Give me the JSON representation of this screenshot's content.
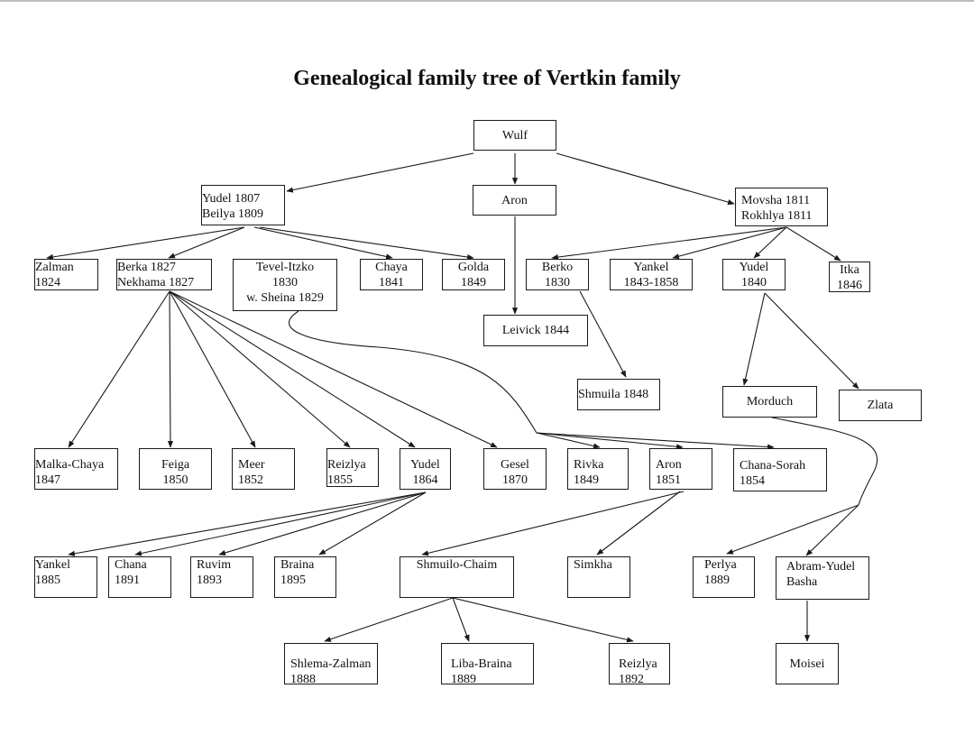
{
  "title": "Genealogical family tree of Vertkin family",
  "nodes": {
    "wulf": [
      "Wulf"
    ],
    "yudel1807": [
      "Yudel 1807",
      "Beilya 1809"
    ],
    "aron": [
      "Aron"
    ],
    "movsha": [
      "Movsha 1811",
      "Rokhlya 1811"
    ],
    "zalman": [
      "Zalman",
      "1824"
    ],
    "berka": [
      "Berka 1827",
      "Nekhama 1827"
    ],
    "tevel": [
      "Tevel-Itzko",
      "1830",
      "w. Sheina 1829"
    ],
    "chaya": [
      "Chaya",
      "1841"
    ],
    "golda": [
      "Golda",
      "1849"
    ],
    "berko": [
      "Berko",
      "1830"
    ],
    "yankel1843": [
      "Yankel",
      "1843-1858"
    ],
    "yudel1840": [
      "Yudel",
      "1840"
    ],
    "itka": [
      "Itka",
      "1846"
    ],
    "leivick": [
      "Leivick 1844"
    ],
    "shmuila": [
      "Shmuila 1848"
    ],
    "morduch": [
      "Morduch"
    ],
    "zlata": [
      "Zlata"
    ],
    "malka": [
      "Malka-Chaya",
      "1847"
    ],
    "feiga": [
      "Feiga",
      "1850"
    ],
    "meer": [
      "Meer",
      "1852"
    ],
    "reizlya1855": [
      "Reizlya",
      "1855"
    ],
    "yudel1864": [
      "Yudel",
      "1864"
    ],
    "gesel": [
      "Gesel",
      "1870"
    ],
    "rivka": [
      "Rivka",
      "1849"
    ],
    "aron1851": [
      "Aron",
      "1851"
    ],
    "chanasorah": [
      "Chana-Sorah",
      "1854"
    ],
    "yankel1885": [
      "Yankel",
      "1885"
    ],
    "chana": [
      "Chana",
      "1891"
    ],
    "ruvim": [
      "Ruvim",
      "1893"
    ],
    "braina": [
      "Braina",
      "1895"
    ],
    "shmuilo": [
      "Shmuilo-Chaim"
    ],
    "simkha": [
      "Simkha"
    ],
    "perlya": [
      "Perlya",
      "1889"
    ],
    "abram": [
      "Abram-Yudel",
      "Basha"
    ],
    "shlema": [
      "Shlema-Zalman",
      "1888"
    ],
    "liba": [
      "Liba-Braina",
      "1889"
    ],
    "reizlya1892": [
      "Reizlya",
      "1892"
    ],
    "moisei": [
      "Moisei"
    ]
  }
}
